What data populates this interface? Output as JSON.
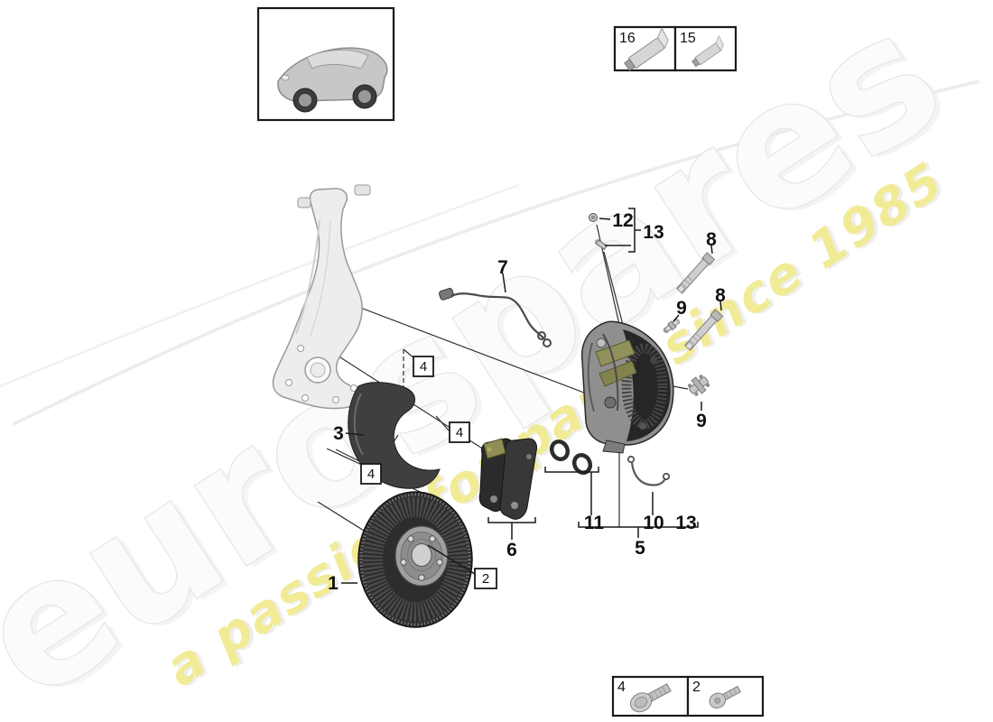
{
  "diagram": {
    "watermark": {
      "brand": "eurospares",
      "tagline": "a passion for parts since 1985",
      "brand_fill": "#fbfbfb",
      "brand_outline": "#e6e6e6",
      "tagline_color": "#f1eb96"
    },
    "vehicle_thumbnail": "porsche-macan-suv-illustration",
    "callouts": {
      "n1": "1",
      "n2": "2",
      "n3": "3",
      "n4": "4",
      "n5": "5",
      "n6": "6",
      "n7": "7",
      "n8": "8",
      "n9": "9",
      "n10": "10",
      "n11": "11",
      "n12": "12",
      "n13": "13",
      "n15": "15",
      "n16": "16"
    },
    "kit_boxes": {
      "top": [
        "16",
        "15"
      ],
      "bottom": [
        "4",
        "2"
      ]
    }
  }
}
